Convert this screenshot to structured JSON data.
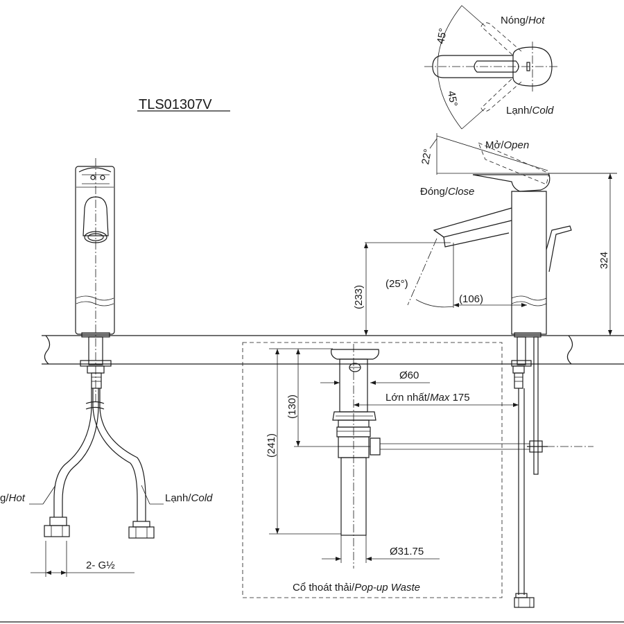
{
  "model": "TLS01307V",
  "lever": {
    "hot_vn": "Nóng/",
    "hot_en": "Hot",
    "cold_vn": "Lạnh/",
    "cold_en": "Cold",
    "angle_hot": "45°",
    "angle_cold": "45°"
  },
  "side": {
    "open_vn": "Mở/",
    "open_en": "Open",
    "close_vn": "Đóng/",
    "close_en": "Close",
    "lever_angle": "22°",
    "total_height": "324",
    "spout_height": "(233)",
    "spout_angle": "(25°)",
    "spout_reach": "(106)"
  },
  "waste": {
    "flange_dia": "Ø60",
    "max_vn": "Lớn nhất/",
    "max_en": "Max",
    "max_val": " 175",
    "depth_130": "(130)",
    "depth_241": "(241)",
    "tail_dia": "Ø31.75",
    "caption_vn": "Cổ thoát thải/",
    "caption_en": "Pop-up Waste"
  },
  "hoses": {
    "hot_vn": "g/",
    "hot_en": "Hot",
    "cold_vn": "Lạnh/",
    "cold_en": "Cold",
    "thread": "2- G½"
  }
}
